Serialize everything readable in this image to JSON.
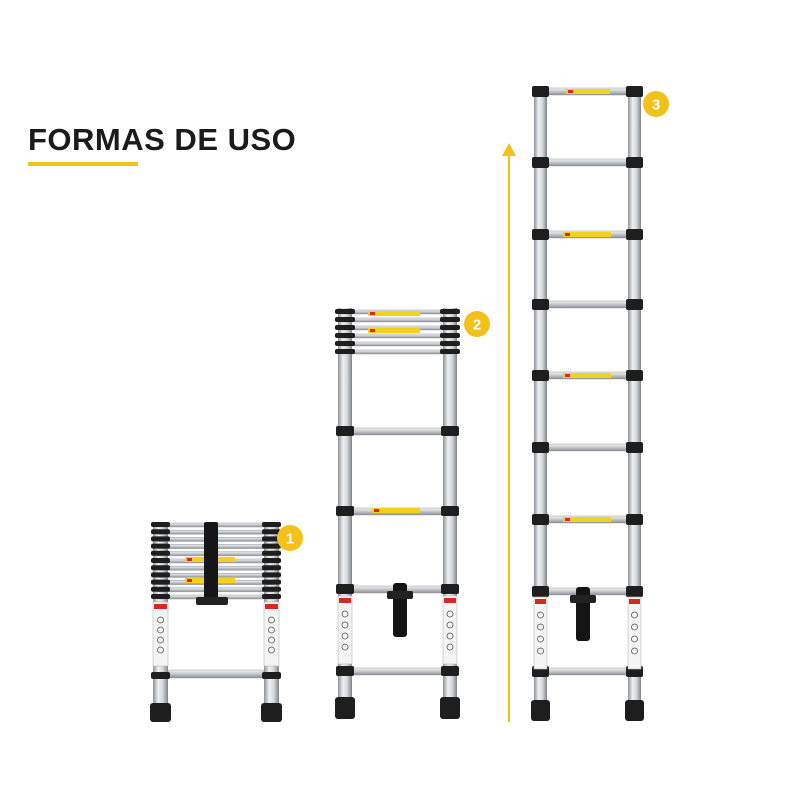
{
  "heading": {
    "text": "FORMAS DE USO"
  },
  "colors": {
    "accent": "#f2c21b",
    "rail": "#c9ccd0",
    "cap": "#1e1e1e",
    "label": "#f3d21e"
  },
  "stages": [
    {
      "number": "1",
      "state": "collapsed"
    },
    {
      "number": "2",
      "state": "partially-extended"
    },
    {
      "number": "3",
      "state": "fully-extended"
    }
  ],
  "arrow": {
    "icon": "arrow-up-icon"
  }
}
